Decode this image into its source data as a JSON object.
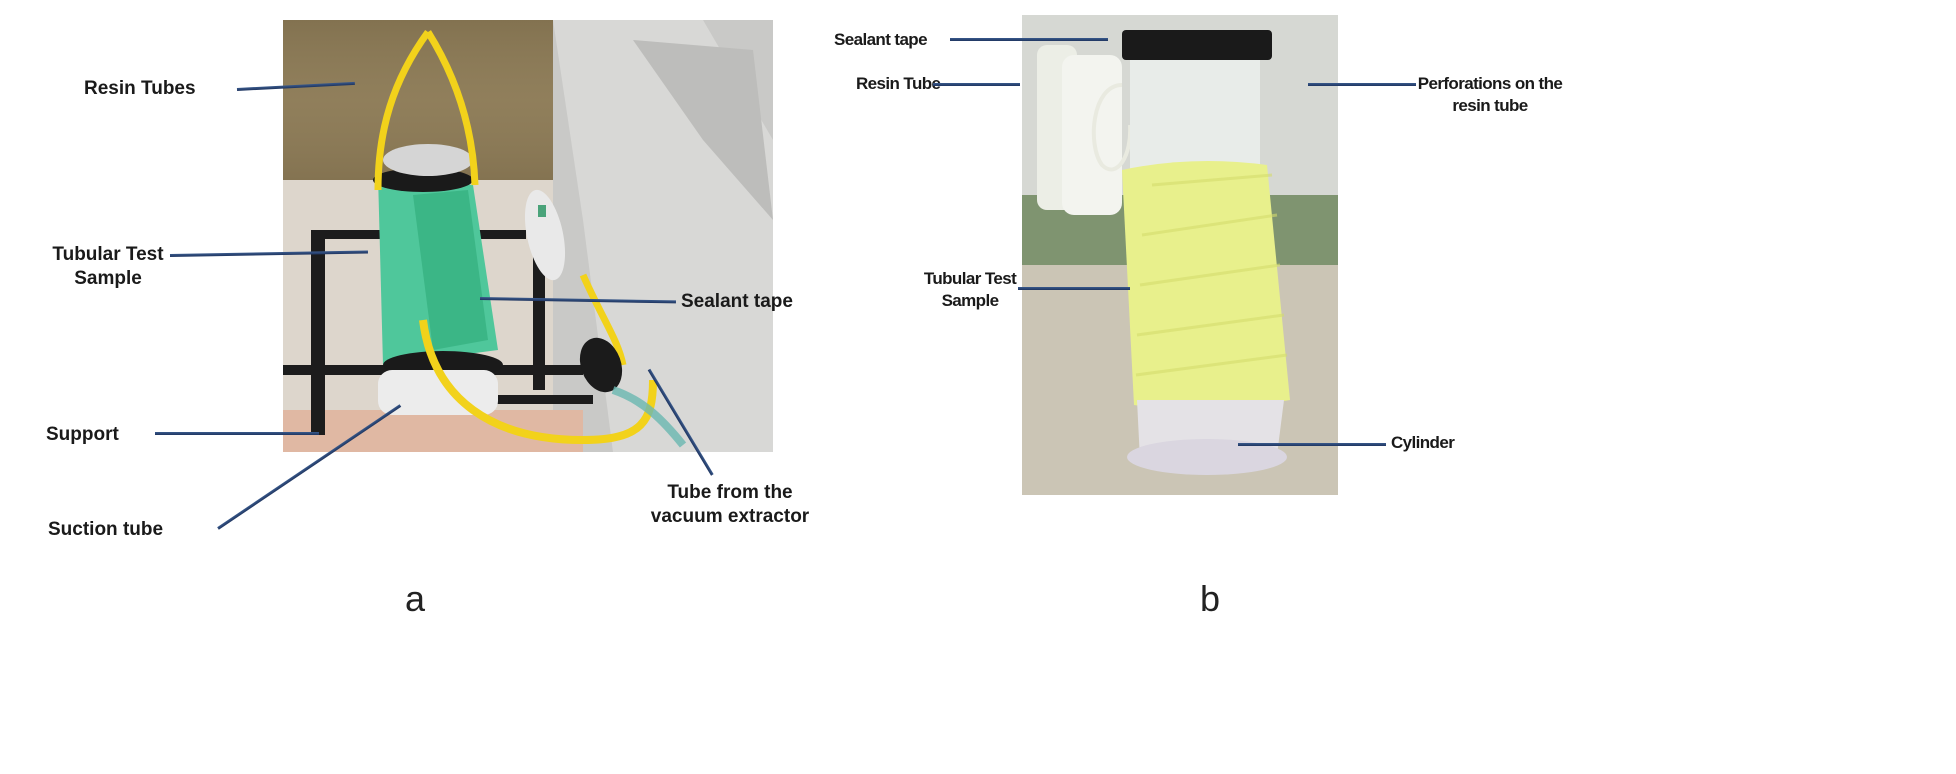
{
  "figure": {
    "panels": [
      {
        "id": "a",
        "caption": "a",
        "labels": {
          "resin_tubes": "Resin Tubes",
          "tubular_test_sample_line1": "Tubular Test",
          "tubular_test_sample_line2": "Sample",
          "support": "Support",
          "suction_tube": "Suction tube",
          "sealant_tape": "Sealant tape",
          "tube_vacuum_line1": "Tube from the",
          "tube_vacuum_line2": "vacuum extractor"
        }
      },
      {
        "id": "b",
        "caption": "b",
        "labels": {
          "sealant_tape": "Sealant tape",
          "resin_tube": "Resin Tube",
          "perforations_line1": "Perforations on the",
          "perforations_line2": "resin tube",
          "tubular_test_sample_line1": "Tubular Test",
          "tubular_test_sample_line2": "Sample",
          "cylinder": "Cylinder"
        }
      }
    ],
    "colors": {
      "leader_line": "#2b4a7e",
      "yellow_tube": "#f2d21b",
      "green_sample": "#3fbf8f",
      "yellow_fabric": "#e6f28a"
    }
  }
}
